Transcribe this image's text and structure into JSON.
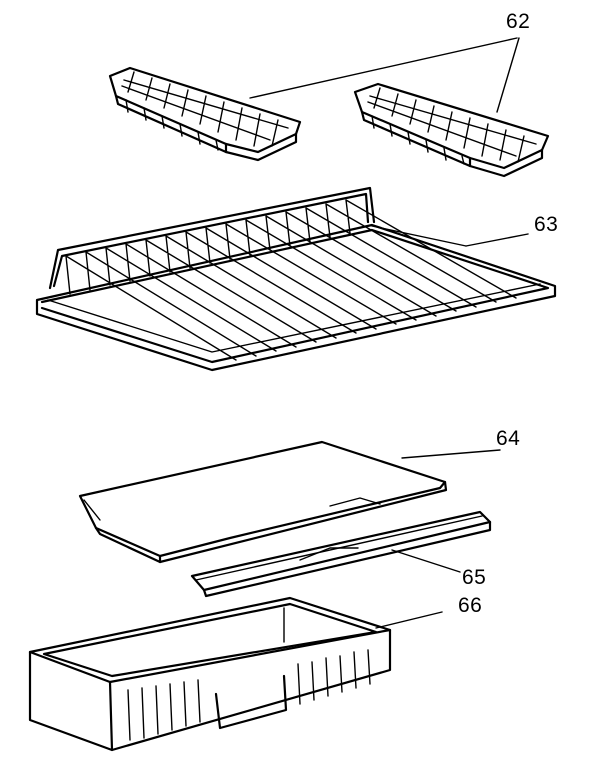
{
  "parts": [
    {
      "id": "ice-trays",
      "label": "62"
    },
    {
      "id": "wire-shelf",
      "label": "63"
    },
    {
      "id": "crisper-cover",
      "label": "64"
    },
    {
      "id": "cover-front-trim",
      "label": "65"
    },
    {
      "id": "crisper-pan",
      "label": "66"
    }
  ],
  "colors": {
    "line": "#000000",
    "background": "#ffffff"
  }
}
